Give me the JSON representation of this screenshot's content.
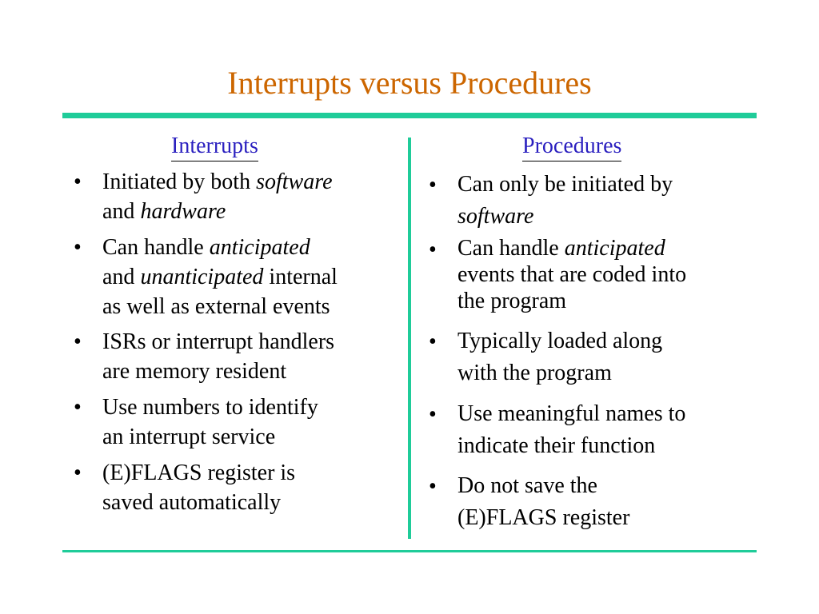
{
  "slide": {
    "title": "Interrupts versus Procedures",
    "colors": {
      "title": "#cc6600",
      "heading": "#2a1fbf",
      "rule": "#1fcc99"
    }
  },
  "interrupts": {
    "heading": "Interrupts",
    "items": [
      {
        "line1_a": "Initiated by both ",
        "line1_em": "software",
        "line2_a": "and ",
        "line2_em": "hardware"
      },
      {
        "line1_a": "Can handle ",
        "line1_em": "anticipated",
        "line2_a": "and ",
        "line2_em": "unanticipated",
        "line2_b": " internal",
        "line3": "as well as external events"
      },
      {
        "line1": "ISRs or interrupt handlers",
        "line2": "are memory resident"
      },
      {
        "line1": "Use numbers to identify",
        "line2": "an interrupt service"
      },
      {
        "line1": "(E)FLAGS register is",
        "line2": "saved automatically"
      }
    ]
  },
  "procedures": {
    "heading": "Procedures",
    "items": [
      {
        "line1": "Can only be initiated by",
        "line2_em": "software"
      },
      {
        "line1_a": "Can handle ",
        "line1_em": "anticipated",
        "line2": "events that are coded into",
        "line3": "the program"
      },
      {
        "line1": "Typically loaded along",
        "line2": "with the program"
      },
      {
        "line1": "Use meaningful names to",
        "line2": "indicate their function"
      },
      {
        "line1": "Do not save the",
        "line2": "(E)FLAGS register"
      }
    ]
  }
}
